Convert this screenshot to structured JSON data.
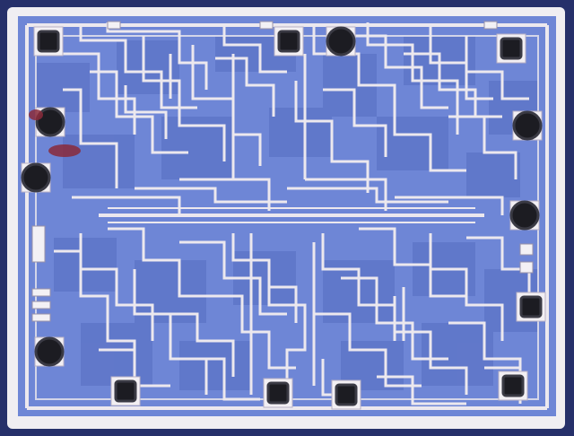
{
  "image": {
    "subject": "integrated-circuit-die-micrograph",
    "bond_pads": [
      {
        "name": "top-1"
      },
      {
        "name": "top-2"
      },
      {
        "name": "top-3"
      },
      {
        "name": "top-4"
      },
      {
        "name": "left-1"
      },
      {
        "name": "left-2"
      },
      {
        "name": "left-3"
      },
      {
        "name": "right-1"
      },
      {
        "name": "right-2"
      },
      {
        "name": "right-3"
      },
      {
        "name": "bottom-1"
      },
      {
        "name": "bottom-2"
      },
      {
        "name": "bottom-3"
      },
      {
        "name": "bottom-4"
      }
    ]
  },
  "colors": {
    "background": "#2f3b78",
    "die_surface": "#6f86d6",
    "field": "#5b73c9",
    "metal": "#e8e4ea",
    "metal_shadow": "#c9c3d3",
    "pad_core": "#1c1c22",
    "pad_ring": "#3a3a44"
  }
}
